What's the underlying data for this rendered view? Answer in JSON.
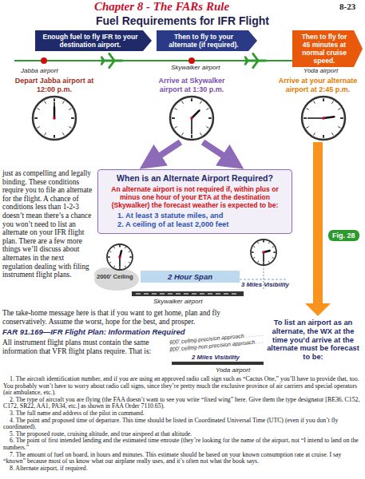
{
  "diagram": {
    "title": "Fuel Requirements for IFR Flight",
    "nodes": [
      {
        "text": [
          "Enough fuel to fly IFR to your destination airport."
        ]
      },
      {
        "text": [
          "Then to fly to your alternate (if required)."
        ]
      },
      {
        "text": [
          "Then to fly for 45 minutes at normal cruise speed."
        ]
      },
      {
        "text": [
          "When is an Alternate Airport Required?",
          "An alternate airport is not required if, within plus or minus one hour of your ETA at the destination (Skywalker) the forecast weather is expected to be:",
          "1. At least 3 statute miles, and",
          "2. A ceiling of at least 2,000 feet"
        ]
      },
      {
        "text": [
          "Fig. 28"
        ]
      },
      {
        "text": [
          "2 Hour Span"
        ]
      }
    ],
    "labels": [
      "Chapter 8 - The FARs Rule",
      "8-23",
      "Jabba airport",
      "Skywalker airport",
      "Yoda airport",
      "Depart Jabba airport at 12:00 p.m.",
      "Arrive at Skywalker airport at 1:30 p.m.",
      "Arrive at your alternate airport at 2:45 p.m.",
      "just as compelling and legally binding. These conditions require you to file an alternate for the flight. A chance of conditions less than 1-2-3 doesn’t mean there’s a chance you won’t need to list an alternate on your IFR flight plan. There are a few more things we’ll discuss about alternates in the next regulation dealing with filing instrument flight plans.",
      "2000' Ceiling",
      "3 Miles Visibility",
      "Skywalker airport",
      "To list an airport as an alternate, the WX at the time you’d arrive at the alternate must be forecast to be:",
      "The take-home message here is that if you want to get home, plan and fly conservatively. Assume the worst, hope for the best, and prosper.",
      "FAR 91.169—IFR Flight Plan: Information Required",
      "All instrument flight plans must contain the same information that VFR flight plans require. That is:",
      "600' ceiling-precision approach",
      "800' ceiling-non-precision approach",
      "2 Miles Visibility",
      "Yoda airport",
      "1. The aircraft identification number, and if you are using an approved radio call sign such as “Cactus One,” you’ll have to provide that, too. You probably won’t have to worry about radio call signs, since they’re pretty much the exclusive province of air carriers and special operators (air ambulance, etc.).",
      "2. The type of aircraft you are flying (the FAA doesn’t want to see you write “fixed wing” here. Give them the type designator [BE36, C152, C172, SR22, AA1, PA34, etc.] as shown in FAA Order 7110.65).",
      "3. The full name and address of the pilot in command.",
      "4. The point and proposed time of departure. This time should be listed in Coordinated Universal Time (UTC) (even if you don’t fly coordinated).",
      "5. The proposed route, cruising altitude, and true airspeed at that altitude.",
      "6. The point of first intended landing and the estimated time enroute (they’re looking for the name of the airport, not “I intend to land on the numbers.”",
      "7. The amount of fuel on board, in hours and minutes. This estimate should be based on your known consumption rate at cruise. I say “known” because most of us know what our airplane really uses, and it’s often not what the book says.",
      "8. Alternate airport, if required."
    ]
  }
}
